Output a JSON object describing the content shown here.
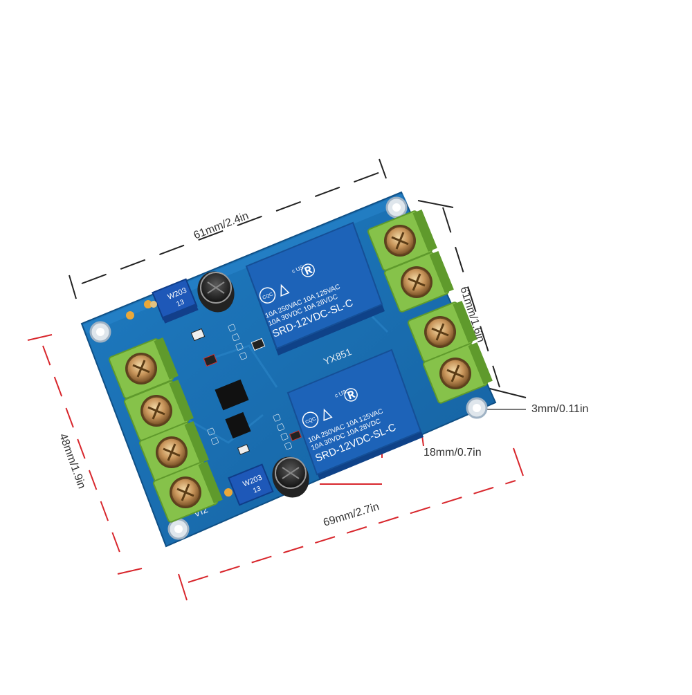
{
  "dimensions": {
    "top_length": "61mm/2.4in",
    "right_height": "61mm/1.6in",
    "left_height": "48mm/1.9in",
    "bottom_length": "69mm/2.7in",
    "hole_diameter": "3mm/0.11in",
    "relay_offset": "18mm/0.7in"
  },
  "board": {
    "model": "YX851",
    "label_vi2": "VI2",
    "relays": [
      {
        "ratings_line1": "10A 250VAC  10A 125VAC",
        "ratings_line2": "10A  30VDC  10A  28VDC",
        "part_number": "SRD-12VDC-SL-C",
        "cert_mark": "CQC",
        "ul_mark": "c  US"
      },
      {
        "ratings_line1": "10A 250VAC  10A 125VAC",
        "ratings_line2": "10A  30VDC  10A  28VDC",
        "part_number": "SRD-12VDC-SL-C",
        "cert_mark": "CQC",
        "ul_mark": "c  US"
      }
    ],
    "potentiometers": [
      {
        "marking_top": "W203",
        "marking_bottom": "13"
      },
      {
        "marking_top": "W203",
        "marking_bottom": "13"
      }
    ]
  },
  "colors": {
    "pcb": "#1a6fb0",
    "pcb_dark": "#135a94",
    "relay": "#1d63b8",
    "terminal": "#86c24a",
    "terminal_dark": "#5f9a2c",
    "screw": "#c8a064",
    "dim_black": "#222222",
    "dim_red": "#d8262c"
  }
}
